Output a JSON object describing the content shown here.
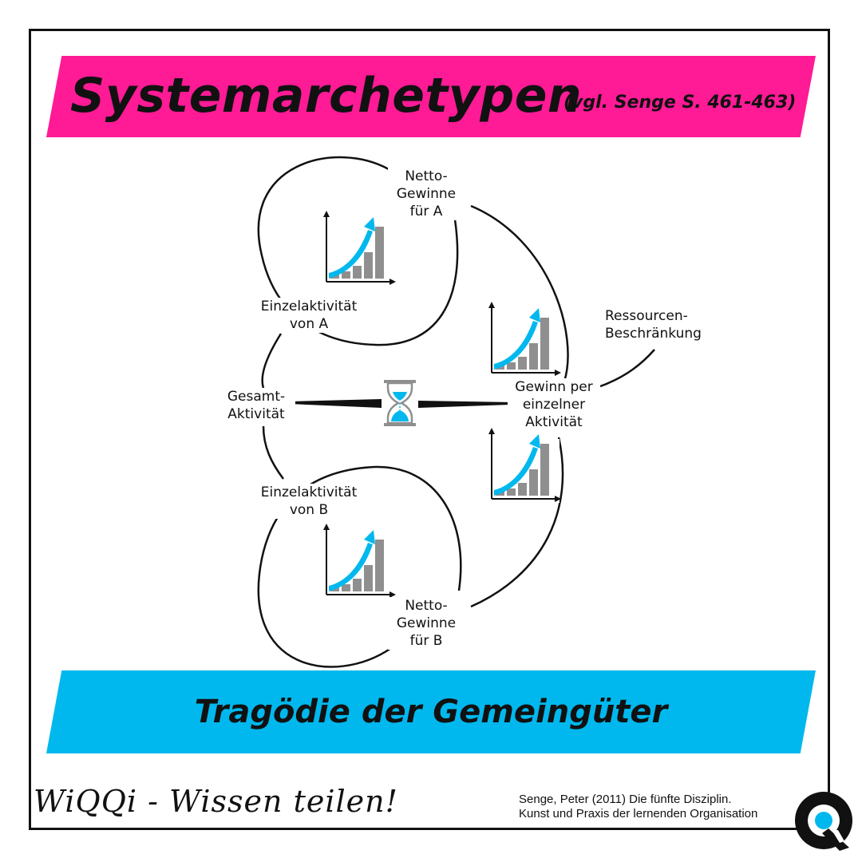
{
  "header": {
    "title": "Systemarchetypen",
    "reference": "(vgl. Senge S. 461-463)"
  },
  "diagram": {
    "nodes": {
      "netto_a": "Netto-\nGewinne\nfür A",
      "einzel_a": "Einzelaktivität\nvon A",
      "gesamt": "Gesamt-\nAktivität",
      "gewinn": "Gewinn per\neinzelner\nAktivität",
      "ressourcen": "Ressourcen-\nBeschränkung",
      "einzel_b": "Einzelaktivität\nvon B",
      "netto_b": "Netto-\nGewinne\nfür B"
    },
    "icons": [
      "growth-chart-icon",
      "growth-chart-icon",
      "growth-chart-icon",
      "growth-chart-icon",
      "hourglass-icon"
    ],
    "colors": {
      "accent_pink": "#ff1a96",
      "accent_blue": "#00b8ee",
      "bar_gray": "#8f8f8f"
    }
  },
  "footer": {
    "subtitle": "Tragödie der Gemeingüter",
    "signature": "WiQQi - Wissen teilen!",
    "citation": "Senge, Peter (2011)  Die fünfte Disziplin.\nKunst und Praxis der lernenden Organisation"
  }
}
